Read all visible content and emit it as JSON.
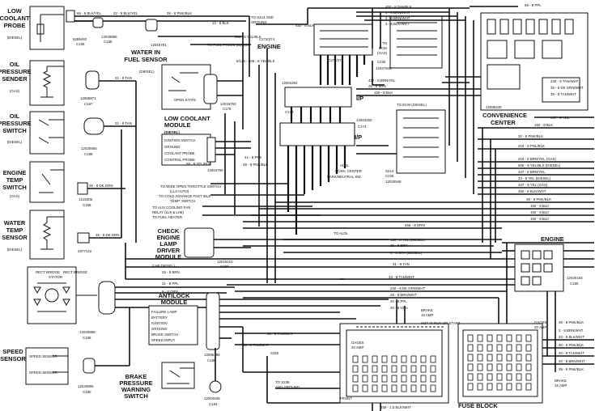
{
  "components": {
    "low_coolant_probe": [
      "LOW",
      "COOLANT",
      "PROBE"
    ],
    "low_coolant_probe_note": "(DIESEL)",
    "oil_pressure_sender": [
      "OIL",
      "PRESSURE",
      "SENDER"
    ],
    "oil_pressure_sender_note": "(GAS)",
    "oil_pressure_switch": [
      "OIL",
      "PRESSURE",
      "SWITCH"
    ],
    "oil_pressure_switch_note": "(DIESEL)",
    "engine_temp_switch": [
      "ENGINE",
      "TEMP",
      "SWITCH"
    ],
    "engine_temp_switch_note": "(GAS)",
    "water_temp_sensor": [
      "WATER",
      "TEMP",
      "SENSOR"
    ],
    "water_temp_sensor_note": "(DIESEL)",
    "speed_sensor": [
      "SPEED",
      "SENSOR"
    ],
    "water_in_fuel_sensor": [
      "WATER IN",
      "FUEL SENSOR"
    ],
    "water_in_fuel_sensor_note": "(DIESEL)",
    "low_coolant_module": [
      "LOW COOLANT",
      "MODULE",
      "(DIESEL)"
    ],
    "check_engine_lamp": [
      "CHECK",
      "ENGINE",
      "LAMP",
      "DRIVER",
      "MODULE"
    ],
    "check_engine_lamp_note": "(LH6 DIESEL)",
    "antilock_module": [
      "ANTILOCK",
      "MODULE"
    ],
    "brake_pressure_switch": [
      "BRAKE",
      "PRESSURE",
      "WARNING",
      "SWITCH"
    ],
    "convenience_center": [
      "CONVENIENCE",
      "CENTER"
    ],
    "fuse_block": "FUSE BLOCK",
    "engine": "ENGINE",
    "ip": "I/P",
    "engine_right": "ENGINE"
  },
  "connectors": {
    "c165": [
      "5289440",
      "C165"
    ],
    "c166": [
      "12040896",
      "C166"
    ],
    "c167": [
      "12065871",
      "C167"
    ],
    "c168": [
      "12020865",
      "C168"
    ],
    "c169": [
      "1215306",
      "C169"
    ],
    "c169b": "2977142",
    "c170": [
      "12015791",
      "C170"
    ],
    "c176": [
      "12015793",
      "C176"
    ],
    "c175": [
      "12004700",
      "C175"
    ],
    "c173": [
      "12004254",
      "C173"
    ],
    "c174": [
      "12004255",
      "C174"
    ],
    "c225": [
      "12047946",
      "C225"
    ],
    "c226": [
      "12020946",
      "C226"
    ],
    "c227": [
      "12015410",
      "C227"
    ],
    "c186": [
      "12040898",
      "C186"
    ],
    "c188": [
      "12065188",
      "C188"
    ],
    "c180": [
      "12020865",
      "C180"
    ],
    "c184": [
      "12004636",
      "C184"
    ],
    "c160": [
      "12020183",
      "C160"
    ],
    "c273": "C273/274",
    "conv_center_pn": "12085245",
    "s214": "S214",
    "s152": "S152"
  },
  "module_pins": {
    "low_coolant": [
      "IGNITION SWITCH",
      "GROUND",
      "COOLANT PROBE",
      "CONTROL PROBE"
    ],
    "antilock": [
      "FAILURE LAMP",
      "BATTERY",
      "IGNITION",
      "GROUND",
      "BRAKE SWITCH",
      "SPEED INPUT"
    ],
    "speed_sensor": [
      "SPEED SENSOR",
      "SPEED SENSOR"
    ]
  },
  "wires": {
    "top_left": [
      "66 - 8 BLK/YEL",
      "22 - 8 BLK/YEL",
      "39 - 8 PNK/BLK",
      "12 - 8 BLK",
      "58 - 8 YEL/RED"
    ],
    "to_s214": [
      "TO S214 AND",
      "GROUND"
    ],
    "to_fuel_press": "TO FUEL PRESS SWITCH",
    "w508": "508 - 8 YEL/BLK",
    "w450": "450 - 8 BLK/WHT",
    "w5126": "5/126 - 508 - 8 YEL/BLK",
    "left_mid": [
      "31 - 8 TAN",
      "31 - 8 TAN",
      "35 - 8 DK GRN",
      "35 - 8 DK GRN"
    ],
    "top_right": [
      "450 - 8 TAN/BLK",
      "1 - 8 BRN/WHT",
      "2 - 8 BRN/WHT",
      "3 - 8 BLK/WHT",
      "58 - 8 PPL"
    ],
    "to_ecm": [
      "TO",
      "ECM",
      "(GAS)"
    ],
    "to_ecm_diesel": "TO ECM (DIESEL)",
    "mid_right": [
      "437 - 8 BRN/YEL",
      "25 - 8 BRN",
      "150 - 8 BLK",
      "150 - 8 BLK",
      "437 - 8 YEL",
      "437 - 8 YEL"
    ],
    "ip_bus": [
      "150 - 8 BLK",
      "30 - 8 PNK/BLK",
      "419 - 8 PNL/BLK",
      "419 - 8 BRN/YEL (GAS)",
      "508 - 8 YEL/BLK (DIESEL)",
      "437 - 8 BRN/YEL",
      "33 - 8 YEL (DIESEL)",
      "437 - 8 YEL (GAS)",
      "450 - 8 BLK/WHT",
      "39 - 8 PNK/BLK",
      "150 - 8 BLK",
      "150 - 8 BLK",
      "150 - 8 BLK"
    ],
    "center": [
      "58 - 8 YEL/BLK",
      "39 - 8 PNK/BLK",
      "41 - 8 PNK",
      "508 - 8 GRA (DIESEL)",
      "419 - 8 BRN/WHT"
    ],
    "to_left": [
      "TO WIDE OPEN THROTTLE SWITCH",
      "(LL4 AUTO)",
      "TO COLD ADVANCE FAST IDLE",
      "TEMP. SWITCH",
      "TO AUX COOLING FAN",
      "RELAY (LL9 & LH6)",
      "TO FUEL HEATER"
    ],
    "to_aldl": "TO ALDL",
    "aldl": [
      "ALDL",
      "CONV. CENTER",
      "PARK/NEUTRAL SW."
    ],
    "lower": [
      "456 - 8 ORN",
      "450 - 8 YEL (DIESEL)",
      "25 - 8 BRN",
      "8 - 8 GRA (DIESEL)",
      "31 - 8 TAN",
      "25 - 8 BRN",
      "31 - 8 PPL",
      "33 - 8 TAN/WHT",
      "250 - 8 DK GRN/WHT",
      "25 - 8 BRN/WHT",
      "8 - 8 ORN",
      "20 - 8 PPL",
      "20 - 8 GRA"
    ],
    "bottom": [
      "33 - 8 TAN/WHT",
      "33 - 8 TAN/WHT",
      "459 - 1.5 BLK/WHT"
    ],
    "to_s239": [
      "TO S239",
      "AND GROUND"
    ],
    "front": "FRONT",
    "hot_in_run": "HOT IN RUN OR START",
    "brake_fuse": [
      "BRAKE",
      "15 AMP"
    ],
    "gages_fuse": [
      "GAGES",
      "20 AMP"
    ],
    "brake_fuse_r": [
      "BRAKE",
      "15 AMP"
    ],
    "right_low": [
      "39 - 8 PNK/BLK",
      "2 - 8 BRN/WHT",
      "33 - 8 BLK/WHT",
      "30 - 8 PNK/BLK",
      "20 - 8 TAN/WHT",
      "20 - 8 BRN/WHT",
      "39 - 8 PNK/BLK"
    ],
    "conv_right": [
      "230 - 8 TAN/WHT",
      "35 - 8 DK GRN/WHT",
      "39 - 8 TAN/WHT",
      "437 - 8 YEL"
    ]
  },
  "switch_labels": [
    "RECT BRIDGE",
    "STATOR",
    "RECT BRIDGE",
    "OPEN STATE"
  ]
}
